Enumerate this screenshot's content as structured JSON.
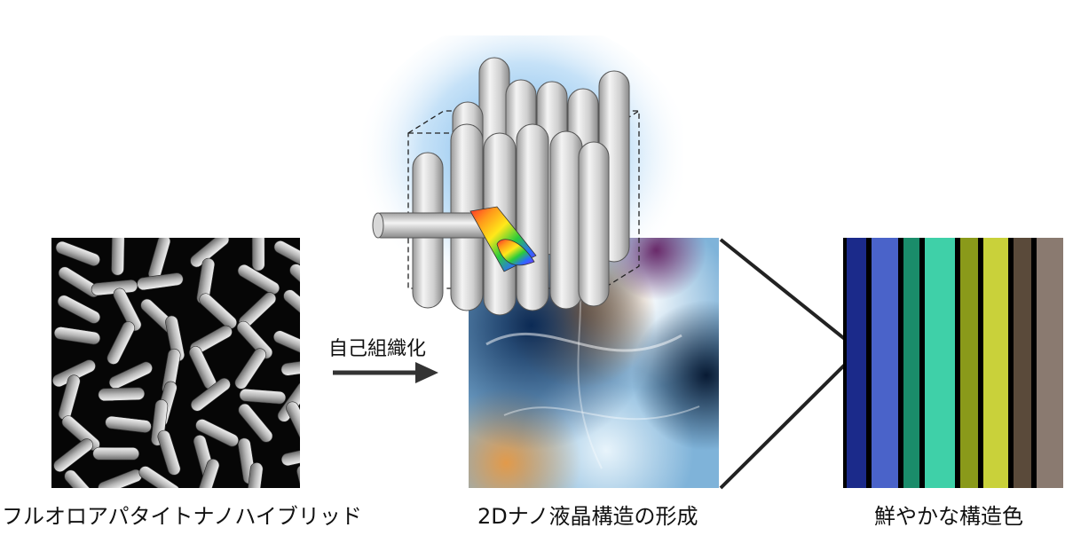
{
  "labels": {
    "left_caption": "フルオロアパタイトナノハイブリッド",
    "arrow_label": "自己組織化",
    "middle_caption": "2Dナノ液晶構造の形成",
    "right_caption": "鮮やかな構造色"
  },
  "colors": {
    "background": "#ffffff",
    "text": "#111111",
    "arrow": "#333333",
    "stripes": [
      "#1b2a8a",
      "#4a63c9",
      "#1a8c6a",
      "#3fd0a8",
      "#8a9a1a",
      "#c9d13a",
      "#5a4a3a",
      "#8a7a70"
    ]
  },
  "icons": {
    "cluster": "nanorod-cluster-icon",
    "prism": "rainbow-prism-icon"
  }
}
